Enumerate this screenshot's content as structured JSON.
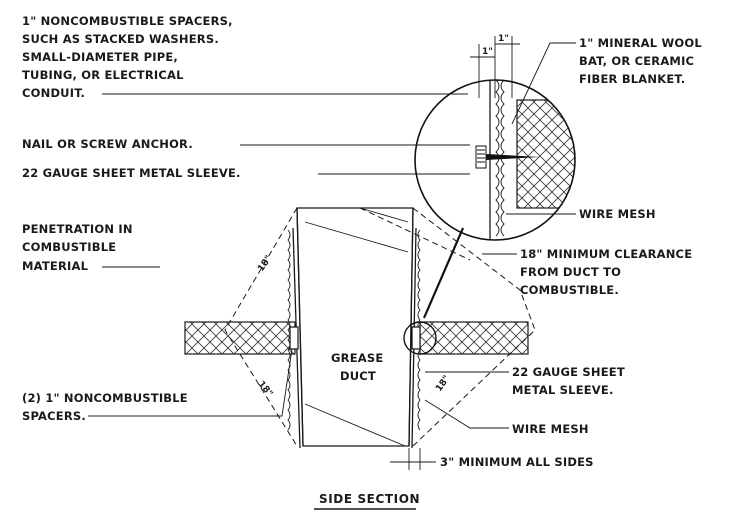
{
  "labels": {
    "spacers_line1": "1\" NONCOMBUSTIBLE SPACERS,",
    "spacers_line2": "SUCH AS STACKED WASHERS.",
    "spacers_line3": "SMALL-DIAMETER PIPE,",
    "spacers_line4": "TUBING, OR ELECTRICAL",
    "spacers_line5": "CONDUIT.",
    "nail": "NAIL OR SCREW ANCHOR.",
    "sleeve_top": "22 GAUGE SHEET METAL SLEEVE.",
    "wool_line1": "1\" MINERAL WOOL",
    "wool_line2": "BAT, OR CERAMIC",
    "wool_line3": "FIBER BLANKET.",
    "mesh_top": "WIRE MESH",
    "penetration_line1": "PENETRATION IN",
    "penetration_line2": "COMBUSTIBLE",
    "penetration_line3": "MATERIAL",
    "clearance_line1": "18\" MINIMUM CLEARANCE",
    "clearance_line2": "FROM DUCT TO",
    "clearance_line3": "COMBUSTIBLE.",
    "duct_line1": "GREASE",
    "duct_line2": "DUCT",
    "sleeve_right_line1": "22 GAUGE SHEET",
    "sleeve_right_line2": "METAL SLEEVE.",
    "spacers2_line1": "(2) 1\" NONCOMBUSTIBLE",
    "spacers2_line2": "SPACERS.",
    "mesh_bottom": "WIRE MESH",
    "min_sides": "3\" MINIMUM ALL SIDES",
    "title": "SIDE SECTION"
  },
  "dimensions": {
    "inch1_a": "1\"",
    "inch1_b": "1\"",
    "eighteen_a": "18\"",
    "eighteen_b": "18\"",
    "eighteen_c": "18\""
  }
}
